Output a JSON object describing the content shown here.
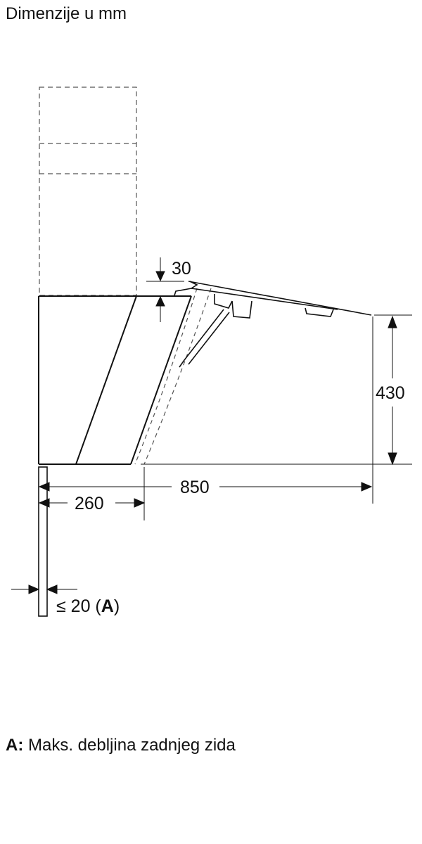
{
  "title": "Dimenzije u mm",
  "dimensions": {
    "top_gap": "30",
    "height": "430",
    "total_depth": "850",
    "hood_depth": "260",
    "wall_thickness_prefix": "≤ 20 (",
    "wall_thickness_key": "A",
    "wall_thickness_suffix": ")"
  },
  "legend": {
    "key": "A:",
    "text": "Maks. debljina zadnjeg zida"
  },
  "colors": {
    "line": "#111111",
    "dashed": "#555555",
    "background": "#ffffff"
  }
}
